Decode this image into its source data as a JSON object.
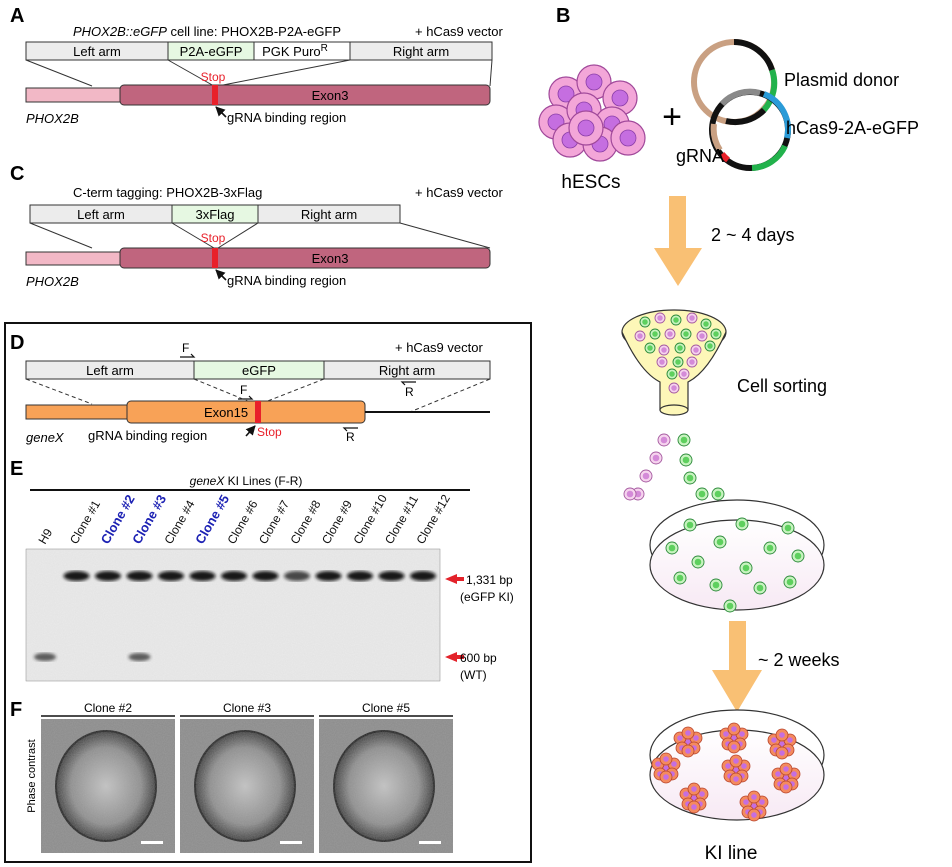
{
  "colors": {
    "gene_body": "#c0657e",
    "gene_utr": "#f2b8c6",
    "stop": "#e8202a",
    "green_box": "#e6f8e2",
    "gray_box": "#ececec",
    "orange_gene": "#f8a257",
    "orange_arrow": "#f9c074",
    "blue_text": "#1d22b4",
    "red_arrow": "#e3222a",
    "cell_pink": "#f3a6d8",
    "cell_purple": "#c56ee0",
    "cell_green": "#5ed05e",
    "colony_orange": "#f48a5e"
  },
  "panel_a": {
    "letter": "A",
    "title_italic": "PHOX2B::eGFP",
    "title_rest": " cell line: PHOX2B-P2A-eGFP",
    "vector": "+ hCas9 vector",
    "left_arm": "Left arm",
    "p2a": "P2A-eGFP",
    "pgk": "PGK Puro",
    "pgk_sup": "R",
    "right_arm": "Right arm",
    "stop": "Stop",
    "exon": "Exon3",
    "gene": "PHOX2B",
    "grna": "gRNA binding region"
  },
  "panel_b": {
    "letter": "B",
    "plasmid": "Plasmid donor",
    "hcas9": "hCas9-2A-eGFP",
    "grna": "gRNA",
    "hescs": "hESCs",
    "plus": "+",
    "step1": "2 ~ 4 days",
    "sorting": "Cell sorting",
    "step2": "~ 2 weeks",
    "ki_line": "KI line"
  },
  "panel_c": {
    "letter": "C",
    "title": "C-term tagging: PHOX2B-3xFlag",
    "vector": "+ hCas9 vector",
    "left_arm": "Left arm",
    "flag": "3xFlag",
    "right_arm": "Right arm",
    "stop": "Stop",
    "exon": "Exon3",
    "gene": "PHOX2B",
    "grna": "gRNA binding region"
  },
  "panel_d": {
    "letter": "D",
    "vector": "+ hCas9 vector",
    "left_arm": "Left arm",
    "egfp": "eGFP",
    "right_arm": "Right arm",
    "primer_f": "F",
    "primer_r": "R",
    "exon": "Exon15",
    "gene": "geneX",
    "grna": "gRNA binding region",
    "stop": "Stop"
  },
  "panel_e": {
    "letter": "E",
    "title_italic": "geneX",
    "title_rest": " KI Lines (F-R)",
    "lanes": [
      {
        "label": "H9",
        "bold": false,
        "upper": 0,
        "lower": 1
      },
      {
        "label": "Clone #1",
        "bold": false,
        "upper": 1,
        "lower": 0
      },
      {
        "label": "Clone #2",
        "bold": true,
        "upper": 1,
        "lower": 0
      },
      {
        "label": "Clone #3",
        "bold": true,
        "upper": 1,
        "lower": 1
      },
      {
        "label": "Clone #4",
        "bold": false,
        "upper": 1,
        "lower": 0
      },
      {
        "label": "Clone #5",
        "bold": true,
        "upper": 1,
        "lower": 0
      },
      {
        "label": "Clone #6",
        "bold": false,
        "upper": 1,
        "lower": 0
      },
      {
        "label": "Clone #7",
        "bold": false,
        "upper": 1,
        "lower": 0
      },
      {
        "label": "Clone #8",
        "bold": false,
        "upper": 0.6,
        "lower": 0
      },
      {
        "label": "Clone #9",
        "bold": false,
        "upper": 1,
        "lower": 0
      },
      {
        "label": "Clone #10",
        "bold": false,
        "upper": 1,
        "lower": 0
      },
      {
        "label": "Clone #11",
        "bold": false,
        "upper": 1,
        "lower": 0
      },
      {
        "label": "Clone #12",
        "bold": false,
        "upper": 1,
        "lower": 0
      }
    ],
    "band_upper": "1,331 bp",
    "band_upper_sub": "(eGFP KI)",
    "band_lower": "600 bp",
    "band_lower_sub": "(WT)"
  },
  "panel_f": {
    "letter": "F",
    "side_label": "Phase contrast",
    "clones": [
      "Clone #2",
      "Clone #3",
      "Clone #5"
    ]
  }
}
